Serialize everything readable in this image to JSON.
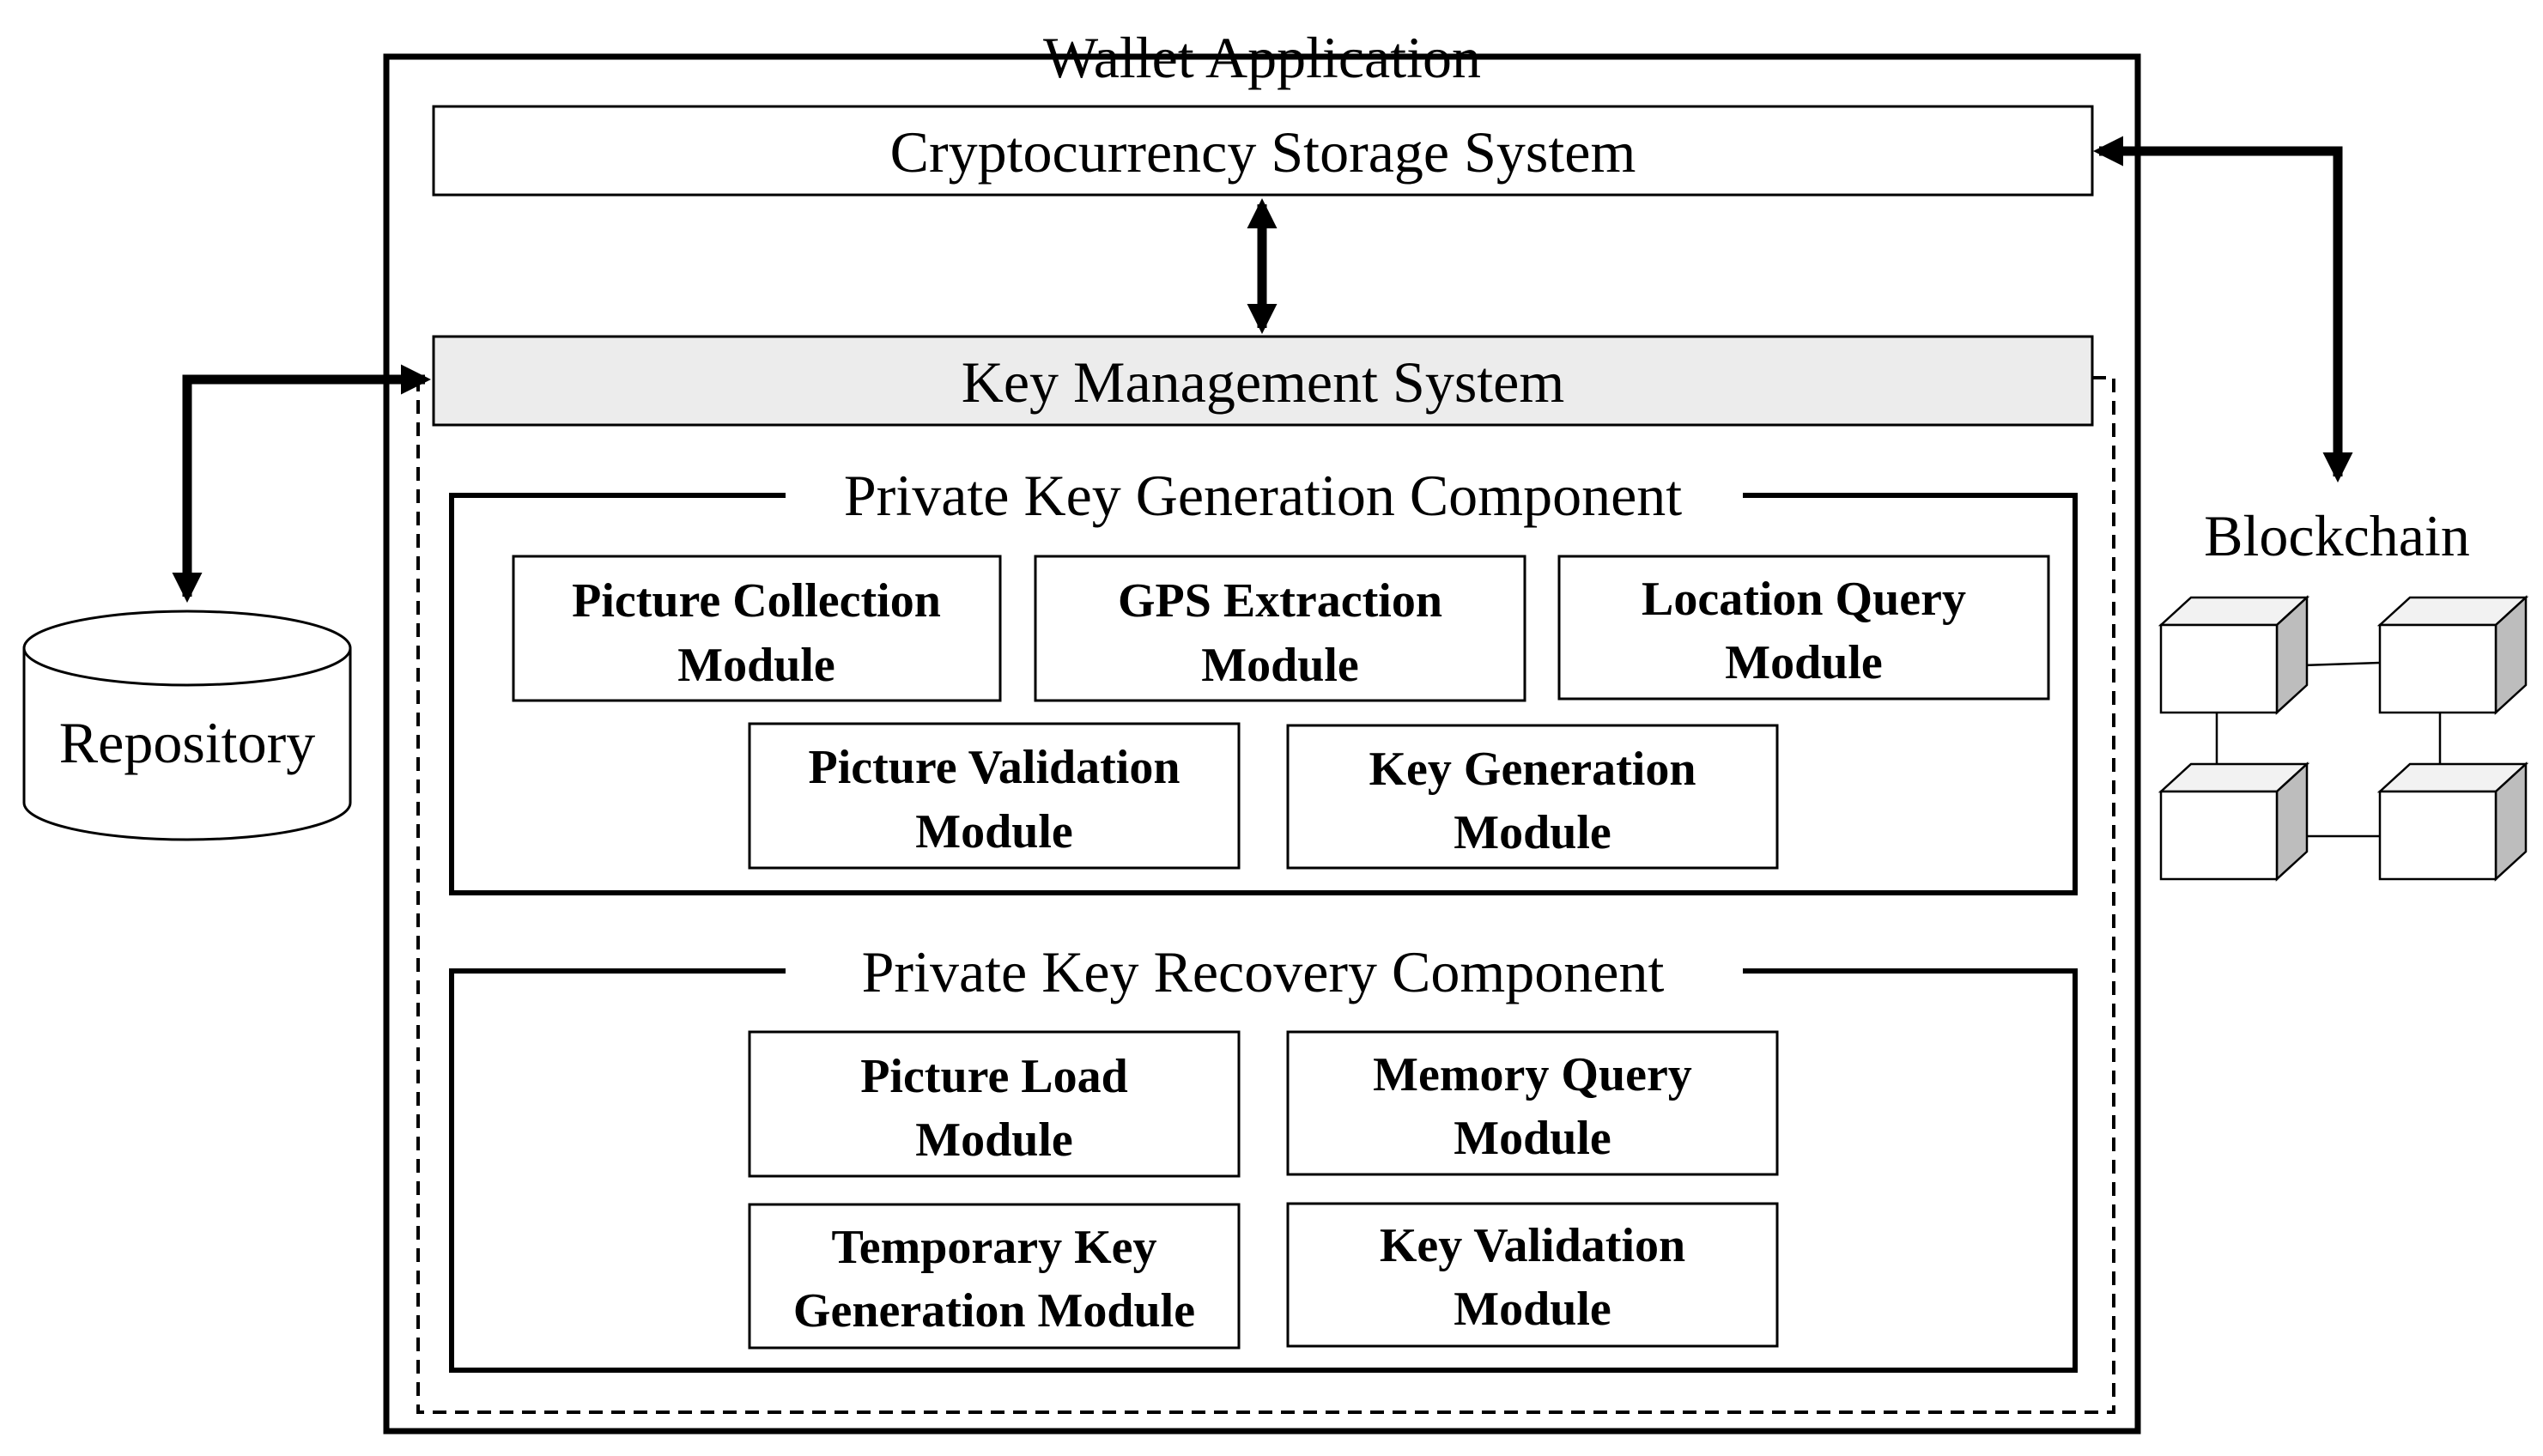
{
  "wallet_application": {
    "title": "Wallet Application"
  },
  "cryptocurrency_storage_system": {
    "label": "Cryptocurrency Storage System"
  },
  "key_management_system": {
    "label": "Key Management System",
    "fill_color": "#ececec"
  },
  "generation_component": {
    "title": "Private Key Generation Component",
    "modules": [
      {
        "line1": "Picture Collection",
        "line2": "Module"
      },
      {
        "line1": "GPS Extraction",
        "line2": "Module"
      },
      {
        "line1": "Location Query",
        "line2": "Module"
      },
      {
        "line1": "Picture Validation",
        "line2": "Module"
      },
      {
        "line1": "Key Generation",
        "line2": "Module"
      }
    ]
  },
  "recovery_component": {
    "title": "Private Key Recovery Component",
    "modules": [
      {
        "line1": "Picture Load",
        "line2": "Module"
      },
      {
        "line1": "Memory Query",
        "line2": "Module"
      },
      {
        "line1": "Temporary Key",
        "line2": "Generation Module"
      },
      {
        "line1": "Key Validation",
        "line2": "Module"
      }
    ]
  },
  "repository": {
    "label": "Repository"
  },
  "blockchain": {
    "label": "Blockchain",
    "cube_side_color": "#bdbdbd"
  }
}
